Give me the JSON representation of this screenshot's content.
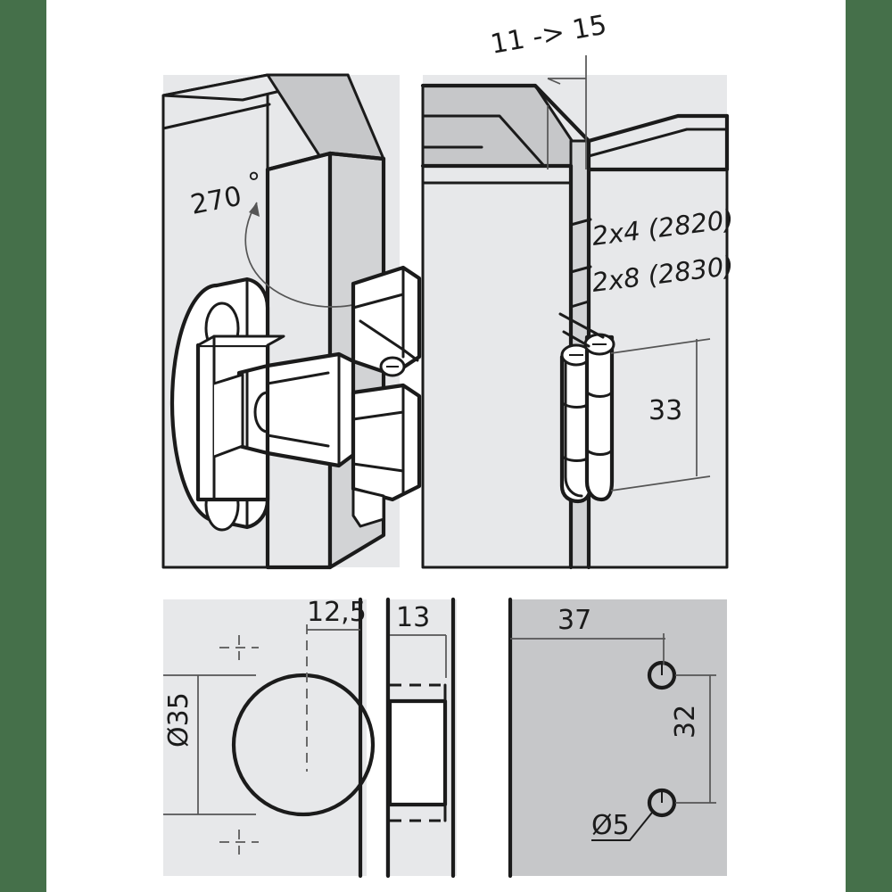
{
  "document": {
    "type": "technical-drawing",
    "subject": "270-degree cabinet hinge installation diagram",
    "background_color": "#ffffff",
    "edge_bar_color": "#45704a",
    "panel_fill_light": "#e7e8ea",
    "panel_fill_mid": "#d2d3d5",
    "panel_fill_dark": "#c6c7c9",
    "line_color": "#1b1b1b"
  },
  "panels": {
    "top_left": {
      "name": "hinge-isometric-open-view",
      "annotations": {
        "angle": "270",
        "degree_symbol": "°"
      }
    },
    "top_right": {
      "name": "hinge-mounted-isometric-view",
      "annotations": {
        "gap_range": "11 -> 15",
        "model_a": "2x4 (2820)",
        "model_b": "2x8 (2830)",
        "height_dim": "33"
      }
    },
    "bottom_left": {
      "name": "cup-drilling-front-view",
      "annotations": {
        "cup_diameter": "Ø35",
        "cup_center_distance": "12,5"
      }
    },
    "bottom_middle": {
      "name": "cup-drilling-section-view",
      "annotations": {
        "depth": "13"
      }
    },
    "bottom_right": {
      "name": "mounting-plate-drilling-view",
      "annotations": {
        "edge_distance": "37",
        "hole_spacing": "32",
        "hole_diameter": "Ø5"
      }
    }
  }
}
